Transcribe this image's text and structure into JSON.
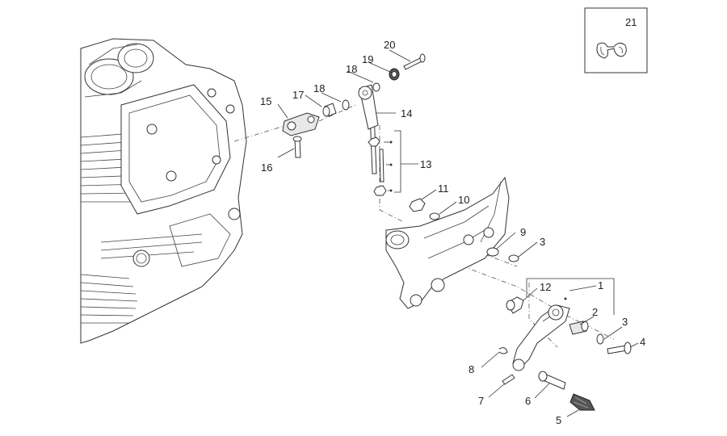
{
  "callouts": {
    "c1": "1",
    "c2": "2",
    "c3a": "3",
    "c3b": "3",
    "c4": "4",
    "c5": "5",
    "c6": "6",
    "c7": "7",
    "c8": "8",
    "c9": "9",
    "c10": "10",
    "c11": "11",
    "c12": "12",
    "c13": "13",
    "c14": "14",
    "c15": "15",
    "c16": "16",
    "c17": "17",
    "c18a": "18",
    "c18b": "18",
    "c19": "19",
    "c20": "20",
    "c21": "21"
  }
}
